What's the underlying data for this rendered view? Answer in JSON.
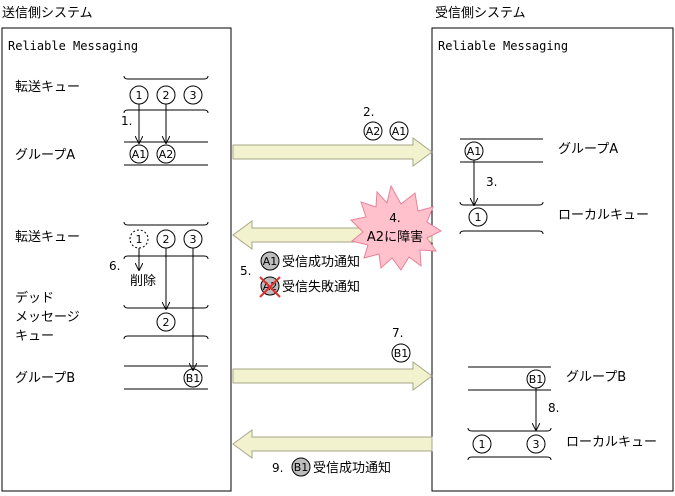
{
  "sender": {
    "title": "送信側システム",
    "box_label": "Reliable Messaging",
    "queue1_label": "転送キュー",
    "queue1_items": [
      "1",
      "2",
      "3"
    ],
    "step1": "1.",
    "group_a_label": "グループA",
    "group_a_items": [
      "A1",
      "A2"
    ],
    "queue2_label": "転送キュー",
    "queue2_items": [
      "1",
      "2",
      "3"
    ],
    "step6": "6.",
    "delete_label": "削除",
    "dead_letter_line1": "デッド",
    "dead_letter_line2": "メッセージ",
    "dead_letter_line3": "キュー",
    "dead_letter_item": "2",
    "group_b_label": "グループB",
    "group_b_item": "B1"
  },
  "receiver": {
    "title": "受信側システム",
    "box_label": "Reliable Messaging",
    "group_a_item": "A1",
    "group_a_label": "グループA",
    "step3": "3.",
    "local_queue1_item": "1",
    "local_queue1_label": "ローカルキュー",
    "group_b_item": "B1",
    "group_b_label": "グループB",
    "step8": "8.",
    "local_queue2_items": [
      "1",
      "3"
    ],
    "local_queue2_label": "ローカルキュー"
  },
  "messages": {
    "step2": "2.",
    "step2_items": [
      "A2",
      "A1"
    ],
    "step4_num": "4.",
    "step4_text": "A2に障害",
    "step5": "5.",
    "step5_a1_item": "A1",
    "step5_a1_text": "受信成功通知",
    "step5_a2_item": "A2",
    "step5_a2_text": "受信失敗通知",
    "step7": "7.",
    "step7_item": "B1",
    "step9": "9.",
    "step9_item": "B1",
    "step9_text": "受信成功通知"
  },
  "colors": {
    "arrow_fill": "#f2f2cf",
    "arrow_stroke": "#a7a78a",
    "burst_fill": "#ffc2cc",
    "burst_stroke": "#e8809a",
    "gray_circle": "#bdbdbd",
    "cross": "#e03030"
  }
}
